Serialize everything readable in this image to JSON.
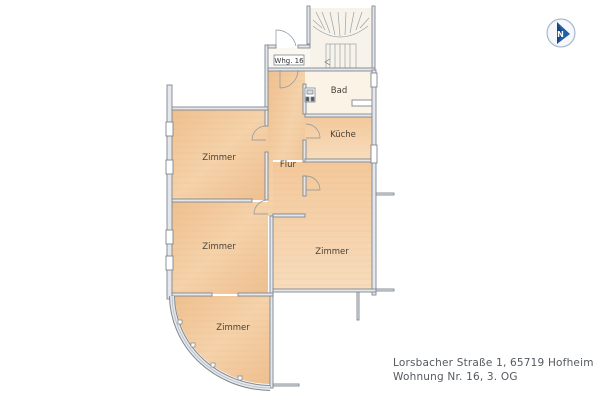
{
  "floor_plan": {
    "rooms": [
      {
        "id": "zimmer-1",
        "label": "Zimmer"
      },
      {
        "id": "zimmer-2",
        "label": "Zimmer"
      },
      {
        "id": "zimmer-3",
        "label": "Zimmer"
      },
      {
        "id": "zimmer-4",
        "label": "Zimmer"
      },
      {
        "id": "flur",
        "label": "Flur"
      },
      {
        "id": "kueche",
        "label": "Küche"
      },
      {
        "id": "bad",
        "label": "Bad"
      }
    ],
    "unit_tag": "Whg. 16"
  },
  "address": {
    "line1": "Lorsbacher Straße 1, 65719 Hofheim",
    "line2": "Wohnung Nr. 16, 3. OG"
  },
  "compass": {
    "letter": "N",
    "color": "#1f5fa8"
  },
  "colors": {
    "floor_wood": "#f1c99c",
    "wall": "#8e969e",
    "wall_fill": "#e4e8ec",
    "staircase_floor": "#f7f3ea"
  }
}
